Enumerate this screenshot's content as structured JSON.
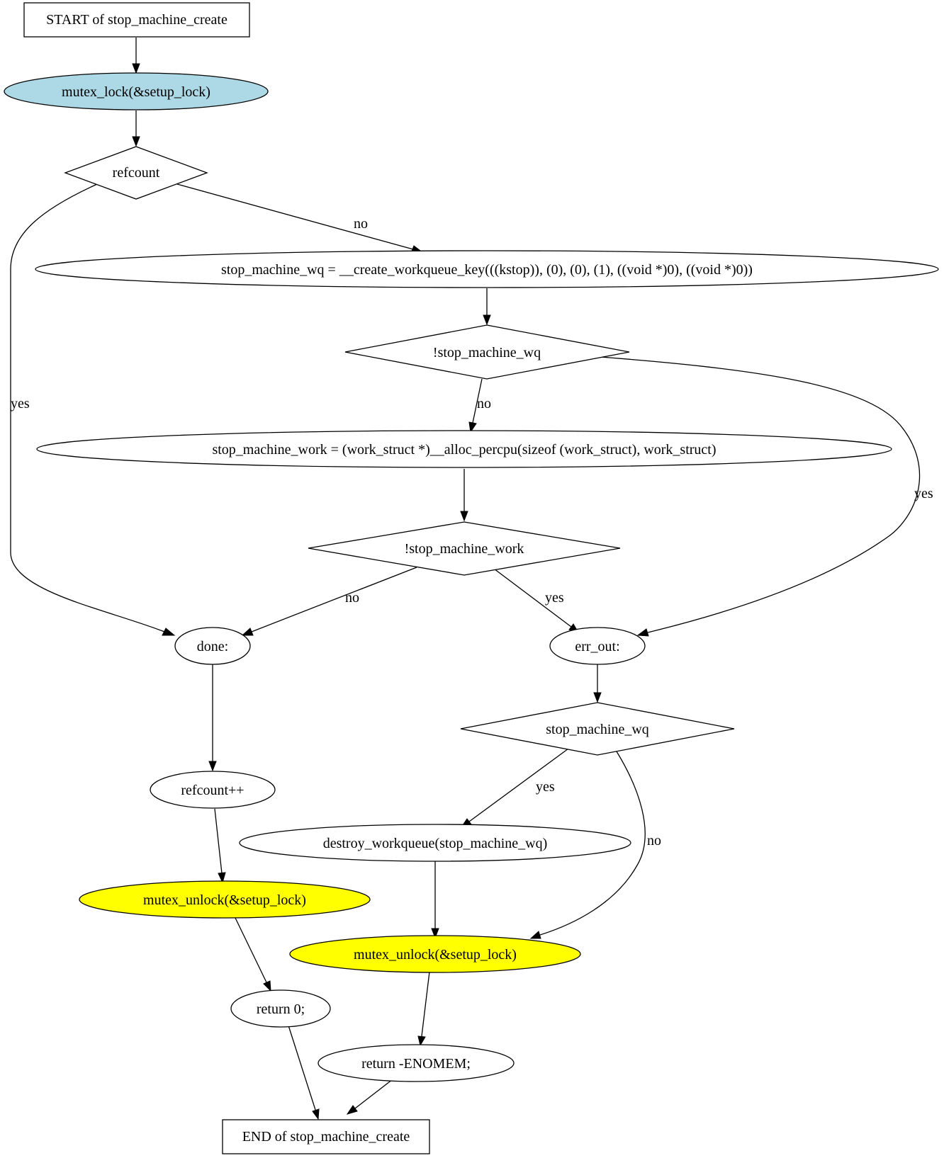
{
  "nodes": {
    "start": {
      "label": "START of stop_machine_create",
      "fill": "#ffffff"
    },
    "lock": {
      "label": "mutex_lock(&setup_lock)",
      "fill": "#add8e6"
    },
    "refcount_chk": {
      "label": "refcount",
      "fill": "#ffffff"
    },
    "create_wq": {
      "label": "stop_machine_wq = __create_workqueue_key(((kstop)), (0), (0), (1), ((void *)0), ((void *)0))",
      "fill": "#ffffff"
    },
    "wq_chk": {
      "label": "!stop_machine_wq",
      "fill": "#ffffff"
    },
    "alloc_work": {
      "label": "stop_machine_work = (work_struct *)__alloc_percpu(sizeof (work_struct), work_struct)",
      "fill": "#ffffff"
    },
    "work_chk": {
      "label": "!stop_machine_work",
      "fill": "#ffffff"
    },
    "done": {
      "label": "done:",
      "fill": "#ffffff"
    },
    "err_out": {
      "label": "err_out:",
      "fill": "#ffffff"
    },
    "wq_chk2": {
      "label": "stop_machine_wq",
      "fill": "#ffffff"
    },
    "refcount_inc": {
      "label": "refcount++",
      "fill": "#ffffff"
    },
    "destroy": {
      "label": "destroy_workqueue(stop_machine_wq)",
      "fill": "#ffffff"
    },
    "unlock1": {
      "label": "mutex_unlock(&setup_lock)",
      "fill": "#ffff00"
    },
    "unlock2": {
      "label": "mutex_unlock(&setup_lock)",
      "fill": "#ffff00"
    },
    "ret0": {
      "label": "return 0;",
      "fill": "#ffffff"
    },
    "ret_enomem": {
      "label": "return -ENOMEM;",
      "fill": "#ffffff"
    },
    "end": {
      "label": "END of stop_machine_create",
      "fill": "#ffffff"
    }
  },
  "edges": {
    "refcount_yes": "yes",
    "refcount_no": "no",
    "wq_chk_no": "no",
    "wq_chk_yes": "yes",
    "work_chk_no": "no",
    "work_chk_yes": "yes",
    "wq_chk2_yes": "yes",
    "wq_chk2_no": "no"
  }
}
